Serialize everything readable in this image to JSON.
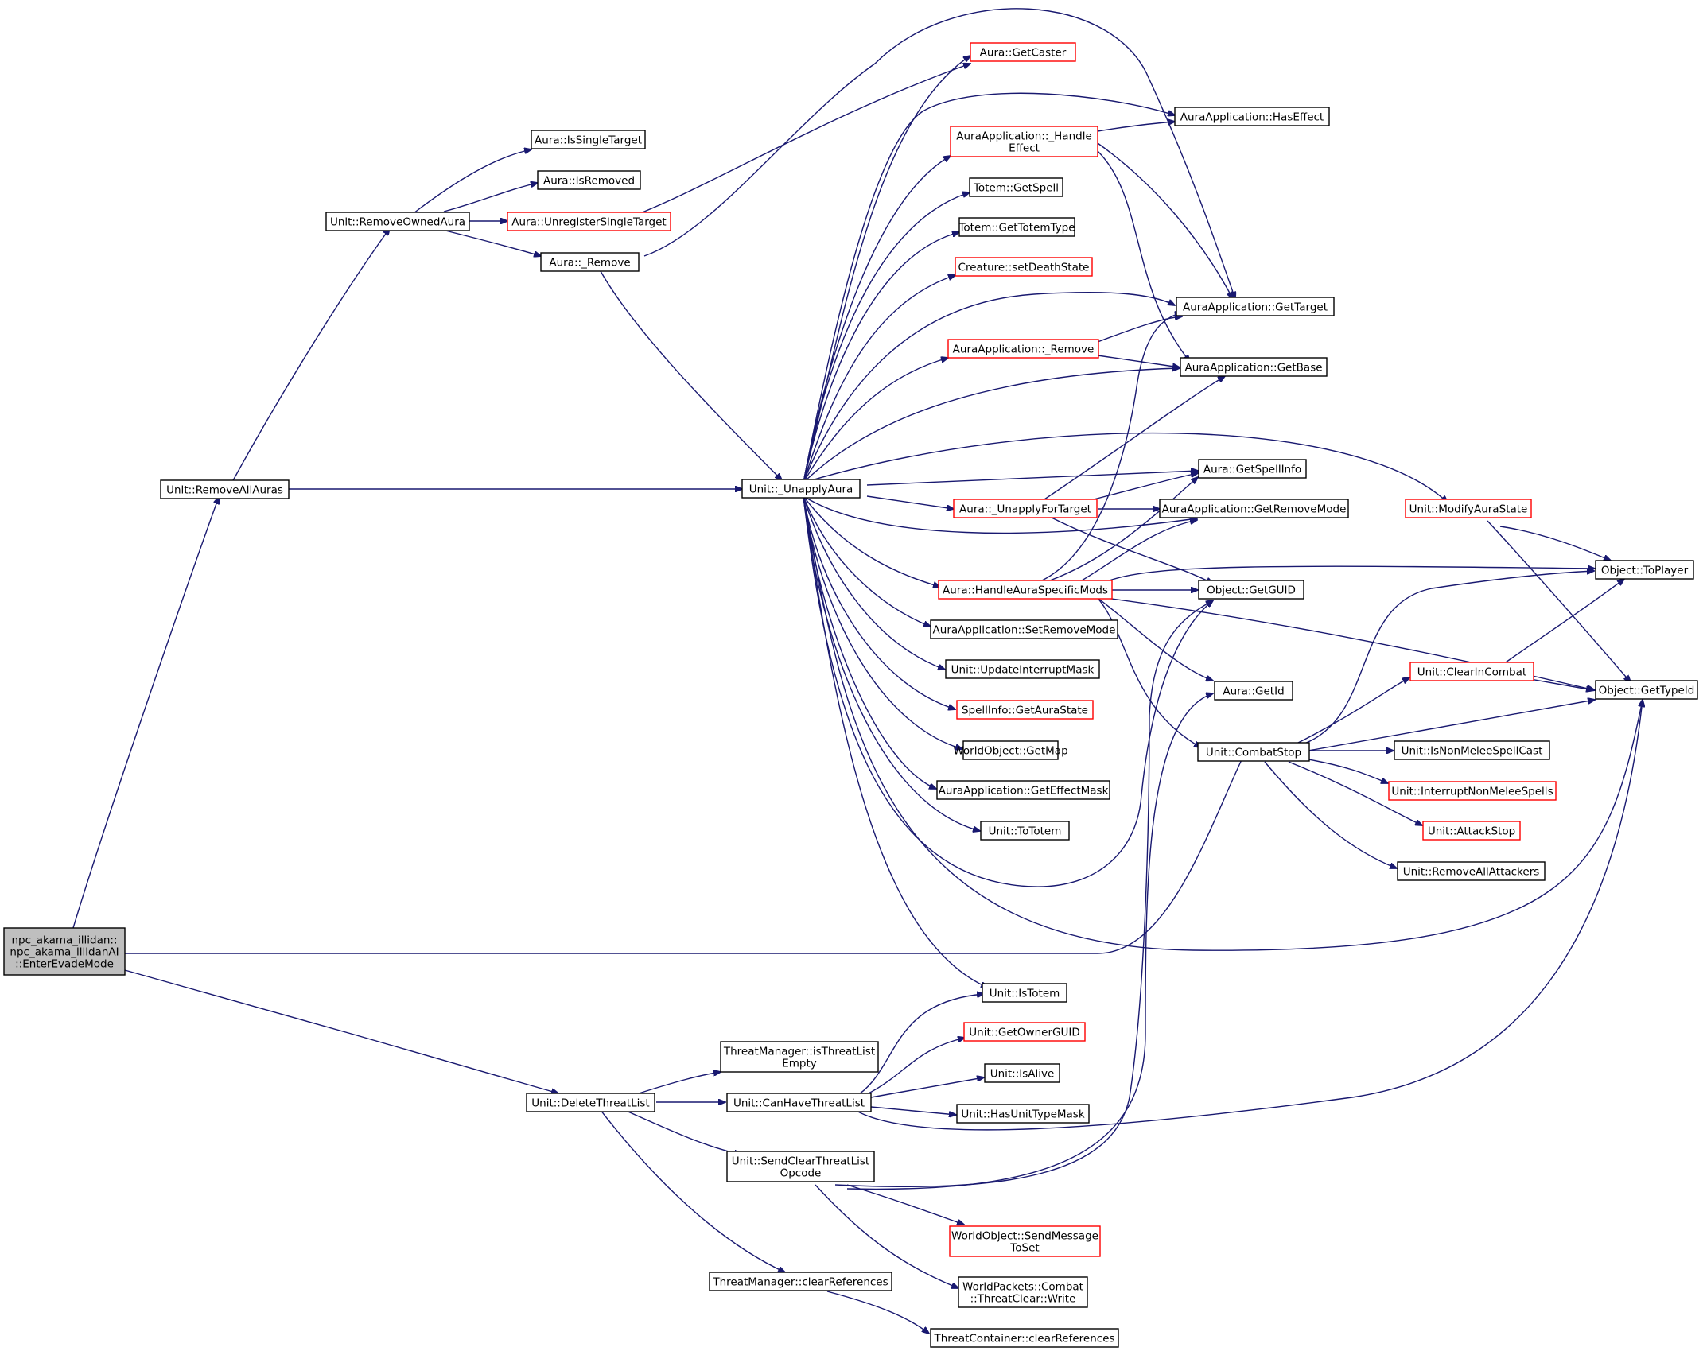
{
  "colors": {
    "edge": "#191970",
    "border_default": "#000000",
    "border_incomplete": "#ff0000",
    "root_fill": "#bfbfbf"
  },
  "nodes": [
    {
      "id": "root",
      "lines": [
        "npc_akama_illidan::",
        "npc_akama_illidanAI",
        "::EnterEvadeMode"
      ],
      "style": "root"
    },
    {
      "id": "removeAllAuras",
      "lines": [
        "Unit::RemoveAllAuras"
      ],
      "style": "black"
    },
    {
      "id": "removeOwnedAura",
      "lines": [
        "Unit::RemoveOwnedAura"
      ],
      "style": "black"
    },
    {
      "id": "isSingleTarget",
      "lines": [
        "Aura::IsSingleTarget"
      ],
      "style": "black"
    },
    {
      "id": "isRemoved",
      "lines": [
        "Aura::IsRemoved"
      ],
      "style": "black"
    },
    {
      "id": "unregisterSingleTarget",
      "lines": [
        "Aura::UnregisterSingleTarget"
      ],
      "style": "red"
    },
    {
      "id": "auraRemove",
      "lines": [
        "Aura::_Remove"
      ],
      "style": "black"
    },
    {
      "id": "unapplyAura",
      "lines": [
        "Unit::_UnapplyAura"
      ],
      "style": "black"
    },
    {
      "id": "getCaster",
      "lines": [
        "Aura::GetCaster"
      ],
      "style": "red"
    },
    {
      "id": "handleEffect",
      "lines": [
        "AuraApplication::_Handle",
        "Effect"
      ],
      "style": "red"
    },
    {
      "id": "hasEffect",
      "lines": [
        "AuraApplication::HasEffect"
      ],
      "style": "black"
    },
    {
      "id": "totemGetSpell",
      "lines": [
        "Totem::GetSpell"
      ],
      "style": "black"
    },
    {
      "id": "getTotemType",
      "lines": [
        "Totem::GetTotemType"
      ],
      "style": "black"
    },
    {
      "id": "setDeathState",
      "lines": [
        "Creature::setDeathState"
      ],
      "style": "red"
    },
    {
      "id": "getTarget",
      "lines": [
        "AuraApplication::GetTarget"
      ],
      "style": "black"
    },
    {
      "id": "appRemove",
      "lines": [
        "AuraApplication::_Remove"
      ],
      "style": "red"
    },
    {
      "id": "getBase",
      "lines": [
        "AuraApplication::GetBase"
      ],
      "style": "black"
    },
    {
      "id": "getSpellInfo",
      "lines": [
        "Aura::GetSpellInfo"
      ],
      "style": "black"
    },
    {
      "id": "unapplyForTarget",
      "lines": [
        "Aura::_UnapplyForTarget"
      ],
      "style": "red"
    },
    {
      "id": "getRemoveMode",
      "lines": [
        "AuraApplication::GetRemoveMode"
      ],
      "style": "black"
    },
    {
      "id": "modifyAuraState",
      "lines": [
        "Unit::ModifyAuraState"
      ],
      "style": "red"
    },
    {
      "id": "toPlayer",
      "lines": [
        "Object::ToPlayer"
      ],
      "style": "black"
    },
    {
      "id": "handleAuraSpecificMods",
      "lines": [
        "Aura::HandleAuraSpecificMods"
      ],
      "style": "red"
    },
    {
      "id": "getGUID",
      "lines": [
        "Object::GetGUID"
      ],
      "style": "black"
    },
    {
      "id": "setRemoveMode",
      "lines": [
        "AuraApplication::SetRemoveMode"
      ],
      "style": "black"
    },
    {
      "id": "clearInCombat",
      "lines": [
        "Unit::ClearInCombat"
      ],
      "style": "red"
    },
    {
      "id": "getTypeId",
      "lines": [
        "Object::GetTypeId"
      ],
      "style": "black"
    },
    {
      "id": "updateInterruptMask",
      "lines": [
        "Unit::UpdateInterruptMask"
      ],
      "style": "black"
    },
    {
      "id": "auraGetId",
      "lines": [
        "Aura::GetId"
      ],
      "style": "black"
    },
    {
      "id": "getAuraState",
      "lines": [
        "SpellInfo::GetAuraState"
      ],
      "style": "red"
    },
    {
      "id": "getMap",
      "lines": [
        "WorldObject::GetMap"
      ],
      "style": "black"
    },
    {
      "id": "combatStop",
      "lines": [
        "Unit::CombatStop"
      ],
      "style": "black"
    },
    {
      "id": "isNonMeleeSpellCast",
      "lines": [
        "Unit::IsNonMeleeSpellCast"
      ],
      "style": "black"
    },
    {
      "id": "getEffectMask",
      "lines": [
        "AuraApplication::GetEffectMask"
      ],
      "style": "black"
    },
    {
      "id": "interruptNonMeleeSpells",
      "lines": [
        "Unit::InterruptNonMeleeSpells"
      ],
      "style": "red"
    },
    {
      "id": "toTotem",
      "lines": [
        "Unit::ToTotem"
      ],
      "style": "black"
    },
    {
      "id": "attackStop",
      "lines": [
        "Unit::AttackStop"
      ],
      "style": "red"
    },
    {
      "id": "removeAllAttackers",
      "lines": [
        "Unit::RemoveAllAttackers"
      ],
      "style": "black"
    },
    {
      "id": "isTotem",
      "lines": [
        "Unit::IsTotem"
      ],
      "style": "black"
    },
    {
      "id": "getOwnerGUID",
      "lines": [
        "Unit::GetOwnerGUID"
      ],
      "style": "red"
    },
    {
      "id": "isThreatListEmpty",
      "lines": [
        "ThreatManager::isThreatList",
        "Empty"
      ],
      "style": "black"
    },
    {
      "id": "isAlive",
      "lines": [
        "Unit::IsAlive"
      ],
      "style": "black"
    },
    {
      "id": "deleteThreatList",
      "lines": [
        "Unit::DeleteThreatList"
      ],
      "style": "black"
    },
    {
      "id": "canHaveThreatList",
      "lines": [
        "Unit::CanHaveThreatList"
      ],
      "style": "black"
    },
    {
      "id": "hasUnitTypeMask",
      "lines": [
        "Unit::HasUnitTypeMask"
      ],
      "style": "black"
    },
    {
      "id": "sendClearThreatListOpcode",
      "lines": [
        "Unit::SendClearThreatList",
        "Opcode"
      ],
      "style": "black"
    },
    {
      "id": "sendMessageToSet",
      "lines": [
        "WorldObject::SendMessage",
        "ToSet"
      ],
      "style": "red"
    },
    {
      "id": "threatClearWrite",
      "lines": [
        "WorldPackets::Combat",
        "::ThreatClear::Write"
      ],
      "style": "black"
    },
    {
      "id": "tmClearReferences",
      "lines": [
        "ThreatManager::clearReferences"
      ],
      "style": "black"
    },
    {
      "id": "tcClearReferences",
      "lines": [
        "ThreatContainer::clearReferences"
      ],
      "style": "black"
    }
  ]
}
